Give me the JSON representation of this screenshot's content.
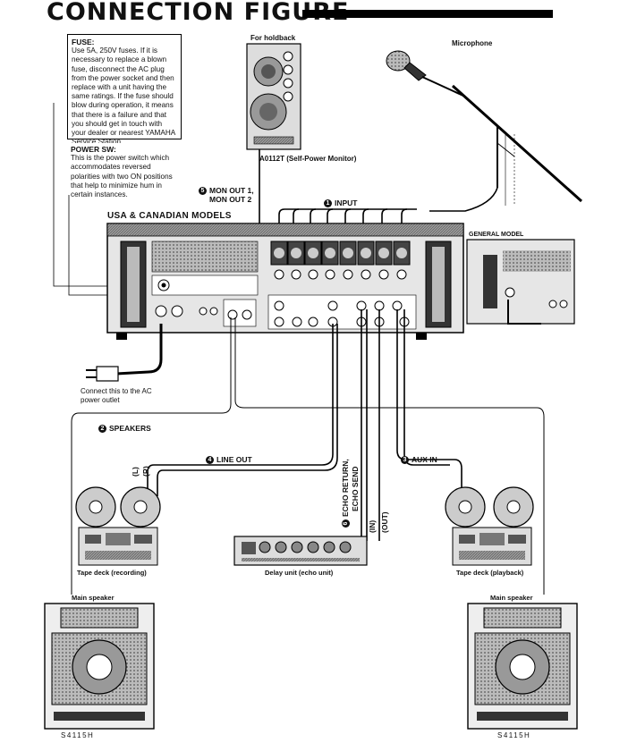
{
  "title": "CONNECTION FIGURE",
  "fuse": {
    "heading": "FUSE:",
    "text": "Use 5A, 250V fuses. If it is necessary to replace a blown fuse, disconnect the AC plug from the power socket and then replace with a unit having the same ratings. If the fuse should blow during operation, it means that there is a failure and that you should get in touch with your dealer or nearest YAMAHA Service Station."
  },
  "power_sw": {
    "heading": "POWER SW:",
    "text": "This is the power switch which accommodates reversed polarities with two ON positions that help to minimize hum in certain instances."
  },
  "labels": {
    "for_holdback": "For holdback",
    "monitor": "A0112T (Self-Power Monitor)",
    "microphone": "Microphone",
    "mon_out": "MON OUT 1,",
    "mon_out_2": "MON OUT 2",
    "mon_num": "5",
    "input": "INPUT",
    "input_num": "1",
    "usa_models": "USA & CANADIAN MODELS",
    "general_model": "GENERAL MODEL",
    "ac_outlet_1": "Connect this to the AC",
    "ac_outlet_2": "power outlet",
    "speakers": "SPEAKERS",
    "speakers_num": "2",
    "line_out": "LINE OUT",
    "line_out_num": "4",
    "aux_in": "AUX IN",
    "aux_in_num": "3",
    "left": "(L)",
    "right": "(R)",
    "echo_return": "ECHO RETURN,",
    "echo_send": "ECHO SEND",
    "echo_num": "6",
    "in": "(IN)",
    "out": "(OUT)",
    "tape_rec": "Tape deck (recording)",
    "delay_unit": "Delay unit (echo unit)",
    "tape_play": "Tape deck (playback)",
    "main_speaker_l": "Main speaker",
    "main_speaker_r": "Main speaker",
    "model_l": "S4115H",
    "model_r": "S4115H"
  }
}
